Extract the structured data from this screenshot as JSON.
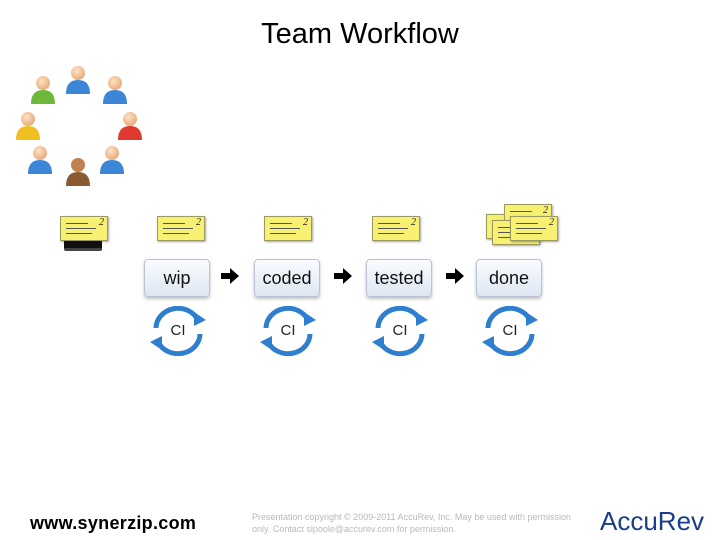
{
  "slide_title": "Team Workflow",
  "stages": [
    {
      "label": "wip"
    },
    {
      "label": "coded"
    },
    {
      "label": "tested"
    },
    {
      "label": "done"
    }
  ],
  "ci_label": "CI",
  "card_number": "2",
  "footer": {
    "website": "www.synerzip.com",
    "copyright": "Presentation copyright © 2009-2011 AccuRev, Inc. May be used with permission only. Contact slpoole@accurev.com for permission.",
    "logo_text": "AccuRev"
  },
  "colors": {
    "stage_fill": "#e8eef6",
    "ci_arrow": "#2e7fd0",
    "card_fill": "#f7f070",
    "logo": "#1a3e8c"
  },
  "icons": {
    "team": "people-circle-icon",
    "arrow": "right-arrow-icon",
    "ci": "cycle-arrows-icon",
    "card": "sticky-note-icon",
    "printer": "printer-icon"
  }
}
